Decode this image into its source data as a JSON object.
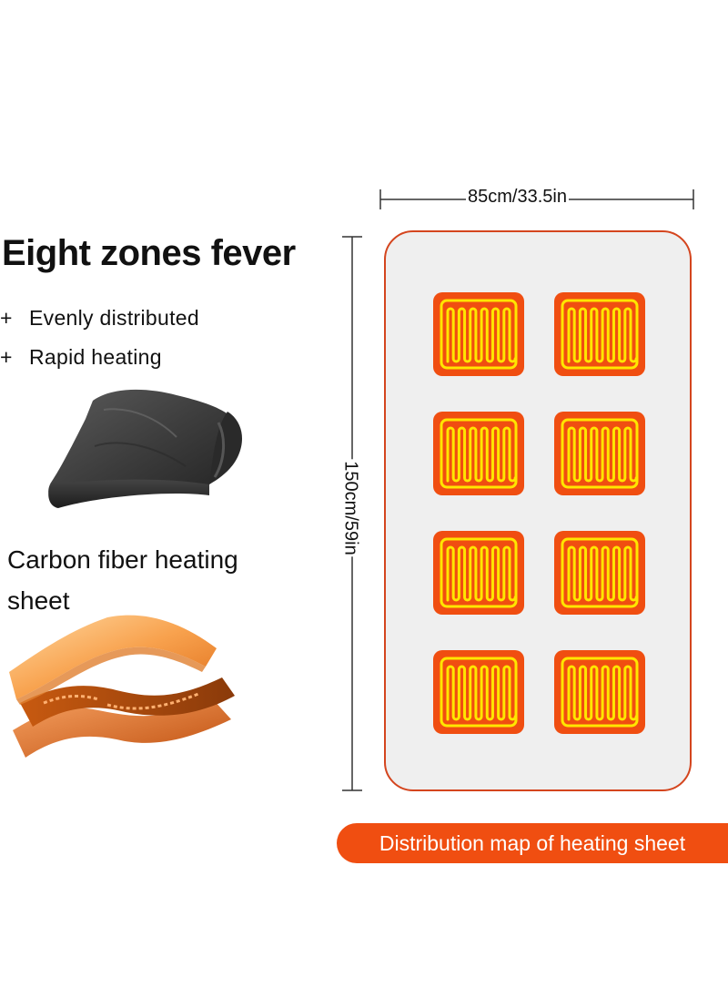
{
  "headline": "Eight zones fever",
  "features": [
    {
      "symbol": "+",
      "text": "Evenly distributed"
    },
    {
      "symbol": "+",
      "text": "Rapid heating"
    }
  ],
  "carbon_section": {
    "title": "Carbon fiber heating sheet"
  },
  "dimensions": {
    "width": "85cm/33.5in",
    "height": "150cm/59in"
  },
  "heating_zones": {
    "count": 8
  },
  "caption": "Distribution map of heating sheet",
  "colors": {
    "zone_fill": "#f04e11",
    "zone_coil": "#ffe600",
    "zone_base": "#e0400a",
    "sheet_border": "#d4451e",
    "sheet_fill": "#efefef",
    "caption_bg": "#f04e11",
    "blanket": "#3a3a3a"
  }
}
